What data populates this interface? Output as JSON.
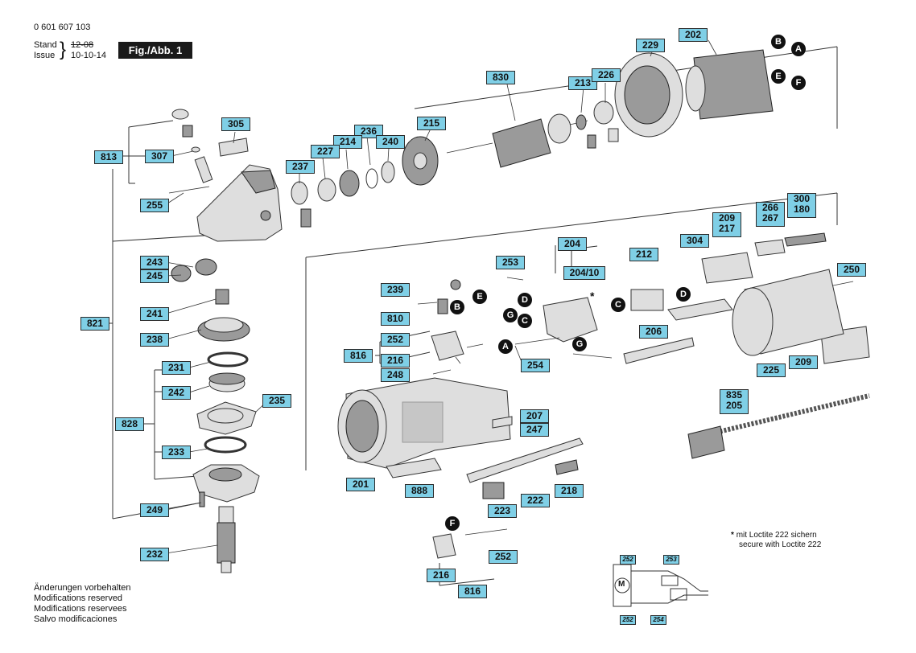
{
  "header": {
    "doc_number": "0 601 607 103",
    "stand_label": "Stand",
    "issue_label": "Issue",
    "old_date": "12-08",
    "new_date": "10-10-14",
    "fig_label": "Fig./Abb. 1"
  },
  "footer": {
    "lines": [
      "Änderungen vorbehalten",
      "Modifications reserved",
      "Modifications reservees",
      "Salvo modificaciones"
    ]
  },
  "note": {
    "star": "*",
    "line1": "mit Loctite 222 sichern",
    "line2": "secure with Loctite 222"
  },
  "connector_letters": {
    "a": "A",
    "b": "B",
    "c": "C",
    "d": "D",
    "e": "E",
    "f": "F",
    "g": "G"
  },
  "motor_symbol": "M",
  "parts": {
    "p202": "202",
    "p229": "229",
    "p830": "830",
    "p213": "213",
    "p226": "226",
    "p215": "215",
    "p236": "236",
    "p214": "214",
    "p240": "240",
    "p227": "227",
    "p237": "237",
    "p305": "305",
    "p813": "813",
    "p307": "307",
    "p255": "255",
    "p243": "243",
    "p245": "245",
    "p241": "241",
    "p238": "238",
    "p821": "821",
    "p231": "231",
    "p242": "242",
    "p235": "235",
    "p828": "828",
    "p233": "233",
    "p249": "249",
    "p232": "232",
    "p204": "204",
    "p204_10": "204/10",
    "p253": "253",
    "p239": "239",
    "p810": "810",
    "p252": "252",
    "p816": "816",
    "p216": "216",
    "p248": "248",
    "p254": "254",
    "p212": "212",
    "p304": "304",
    "p209a": "209",
    "p217": "217",
    "p266": "266",
    "p267": "267",
    "p300": "300",
    "p180": "180",
    "p250": "250",
    "p206": "206",
    "p225": "225",
    "p209b": "209",
    "p835": "835",
    "p205": "205",
    "p207": "207",
    "p247": "247",
    "p201": "201",
    "p888": "888",
    "p222": "222",
    "p218": "218",
    "p223": "223",
    "p252b": "252",
    "p216b": "216",
    "p816b": "816",
    "s252a": "252",
    "s253": "253",
    "s252b": "252",
    "s254": "254"
  }
}
